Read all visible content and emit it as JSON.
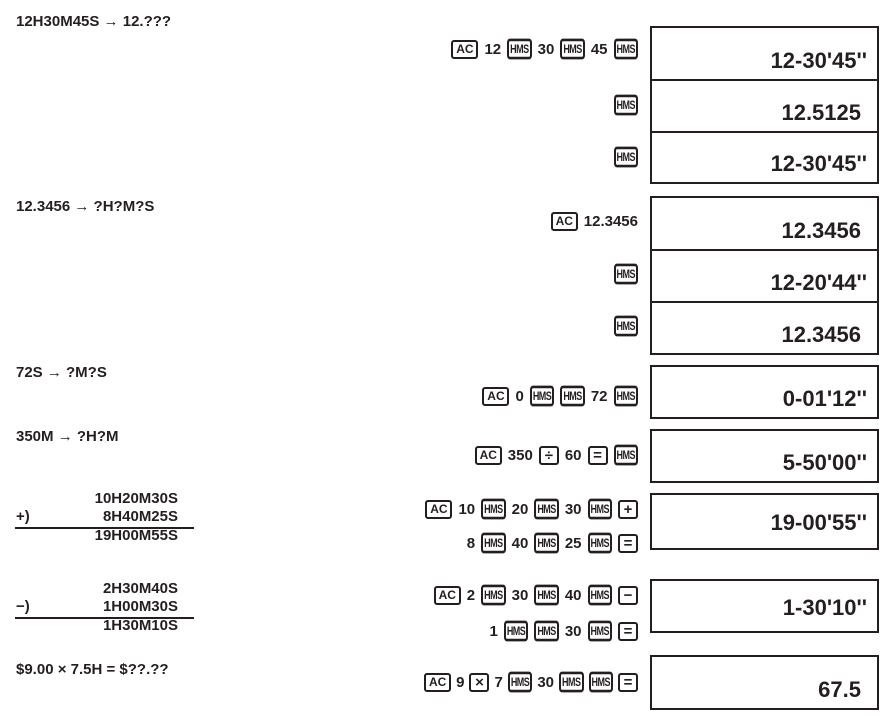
{
  "examples": [
    {
      "label": "12H30M45S → 12.???",
      "steps": [
        {
          "keys": [
            {
              "t": "ac",
              "v": "AC"
            },
            {
              "t": "n",
              "v": "12"
            },
            {
              "t": "hms",
              "v": "HMS"
            },
            {
              "t": "n",
              "v": "30"
            },
            {
              "t": "hms",
              "v": "HMS"
            },
            {
              "t": "n",
              "v": "45"
            },
            {
              "t": "hms",
              "v": "HMS"
            }
          ],
          "display": "12-30'45''"
        },
        {
          "keys": [
            {
              "t": "hms",
              "v": "HMS"
            }
          ],
          "display": "12.5125"
        },
        {
          "keys": [
            {
              "t": "hms",
              "v": "HMS"
            }
          ],
          "display": "12-30'45''"
        }
      ]
    },
    {
      "label": "12.3456 → ?H?M?S",
      "steps": [
        {
          "keys": [
            {
              "t": "ac",
              "v": "AC"
            },
            {
              "t": "n",
              "v": "12.3456"
            }
          ],
          "display": "12.3456"
        },
        {
          "keys": [
            {
              "t": "hms",
              "v": "HMS"
            }
          ],
          "display": "12-20'44''"
        },
        {
          "keys": [
            {
              "t": "hms",
              "v": "HMS"
            }
          ],
          "display": "12.3456"
        }
      ]
    },
    {
      "label": "72S → ?M?S",
      "steps": [
        {
          "keys": [
            {
              "t": "ac",
              "v": "AC"
            },
            {
              "t": "n",
              "v": "0"
            },
            {
              "t": "hms",
              "v": "HMS"
            },
            {
              "t": "hms",
              "v": "HMS"
            },
            {
              "t": "n",
              "v": "72"
            },
            {
              "t": "hms",
              "v": "HMS"
            }
          ],
          "display": "0-01'12''"
        }
      ]
    },
    {
      "label": "350M → ?H?M",
      "steps": [
        {
          "keys": [
            {
              "t": "ac",
              "v": "AC"
            },
            {
              "t": "n",
              "v": "350"
            },
            {
              "t": "op",
              "v": "÷"
            },
            {
              "t": "n",
              "v": "60"
            },
            {
              "t": "op",
              "v": "="
            },
            {
              "t": "hms",
              "v": "HMS"
            }
          ],
          "display": "5-50'00''"
        }
      ]
    },
    {
      "stack": {
        "line1": "10H20M30S",
        "sign": "+)",
        "line2": "8H40M25S",
        "result": "19H00M55S"
      },
      "lines": [
        [
          {
            "t": "ac",
            "v": "AC"
          },
          {
            "t": "n",
            "v": "10"
          },
          {
            "t": "hms",
            "v": "HMS"
          },
          {
            "t": "n",
            "v": "20"
          },
          {
            "t": "hms",
            "v": "HMS"
          },
          {
            "t": "n",
            "v": "30"
          },
          {
            "t": "hms",
            "v": "HMS"
          },
          {
            "t": "op",
            "v": "+"
          }
        ],
        [
          {
            "t": "n",
            "v": "8"
          },
          {
            "t": "hms",
            "v": "HMS"
          },
          {
            "t": "n",
            "v": "40"
          },
          {
            "t": "hms",
            "v": "HMS"
          },
          {
            "t": "n",
            "v": "25"
          },
          {
            "t": "hms",
            "v": "HMS"
          },
          {
            "t": "op",
            "v": "="
          }
        ]
      ],
      "display": "19-00'55''"
    },
    {
      "stack": {
        "line1": "2H30M40S",
        "sign": "−)",
        "line2": "1H00M30S",
        "result": "1H30M10S"
      },
      "lines": [
        [
          {
            "t": "ac",
            "v": "AC"
          },
          {
            "t": "n",
            "v": "2"
          },
          {
            "t": "hms",
            "v": "HMS"
          },
          {
            "t": "n",
            "v": "30"
          },
          {
            "t": "hms",
            "v": "HMS"
          },
          {
            "t": "n",
            "v": "40"
          },
          {
            "t": "hms",
            "v": "HMS"
          },
          {
            "t": "op",
            "v": "−"
          }
        ],
        [
          {
            "t": "n",
            "v": "1"
          },
          {
            "t": "hms",
            "v": "HMS"
          },
          {
            "t": "hms",
            "v": "HMS"
          },
          {
            "t": "n",
            "v": "30"
          },
          {
            "t": "hms",
            "v": "HMS"
          },
          {
            "t": "op",
            "v": "="
          }
        ]
      ],
      "display": "1-30'10''"
    },
    {
      "label": "$9.00 × 7.5H = $??.??",
      "steps": [
        {
          "keys": [
            {
              "t": "ac",
              "v": "AC"
            },
            {
              "t": "n",
              "v": "9"
            },
            {
              "t": "op",
              "v": "×"
            },
            {
              "t": "n",
              "v": "7"
            },
            {
              "t": "hms",
              "v": "HMS"
            },
            {
              "t": "n",
              "v": "30"
            },
            {
              "t": "hms",
              "v": "HMS"
            },
            {
              "t": "hms",
              "v": "HMS"
            },
            {
              "t": "op",
              "v": "="
            }
          ],
          "display": "67.5"
        }
      ]
    }
  ]
}
